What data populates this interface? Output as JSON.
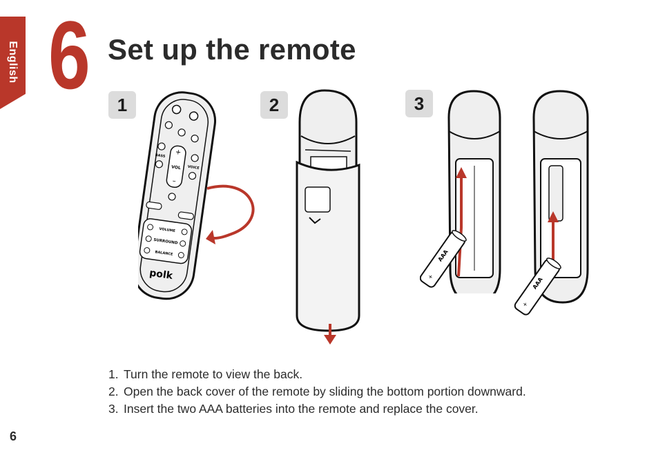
{
  "side_tab": {
    "label": "English",
    "color": "#b9372a"
  },
  "section": {
    "number": "6",
    "title": "Set up the remote"
  },
  "steps": [
    {
      "badge": "1"
    },
    {
      "badge": "2"
    },
    {
      "badge": "3"
    }
  ],
  "remote_labels": {
    "bass": "BASS",
    "vol": "VOL",
    "voice": "VOICE",
    "volume": "VOLUME",
    "surround": "SURROUND",
    "balance": "BALANCE",
    "brand": "polk",
    "battery": "AAA"
  },
  "instructions": [
    {
      "num": "1.",
      "text": "Turn the remote to view the back."
    },
    {
      "num": "2.",
      "text": "Open the back cover of the remote by sliding the bottom portion downward."
    },
    {
      "num": "3.",
      "text": "Insert the two AAA batteries into the remote and replace the cover."
    }
  ],
  "page_number": "6",
  "colors": {
    "accent": "#b9372a",
    "badge_bg": "#dcdcdc",
    "remote_body": "#efefef"
  }
}
